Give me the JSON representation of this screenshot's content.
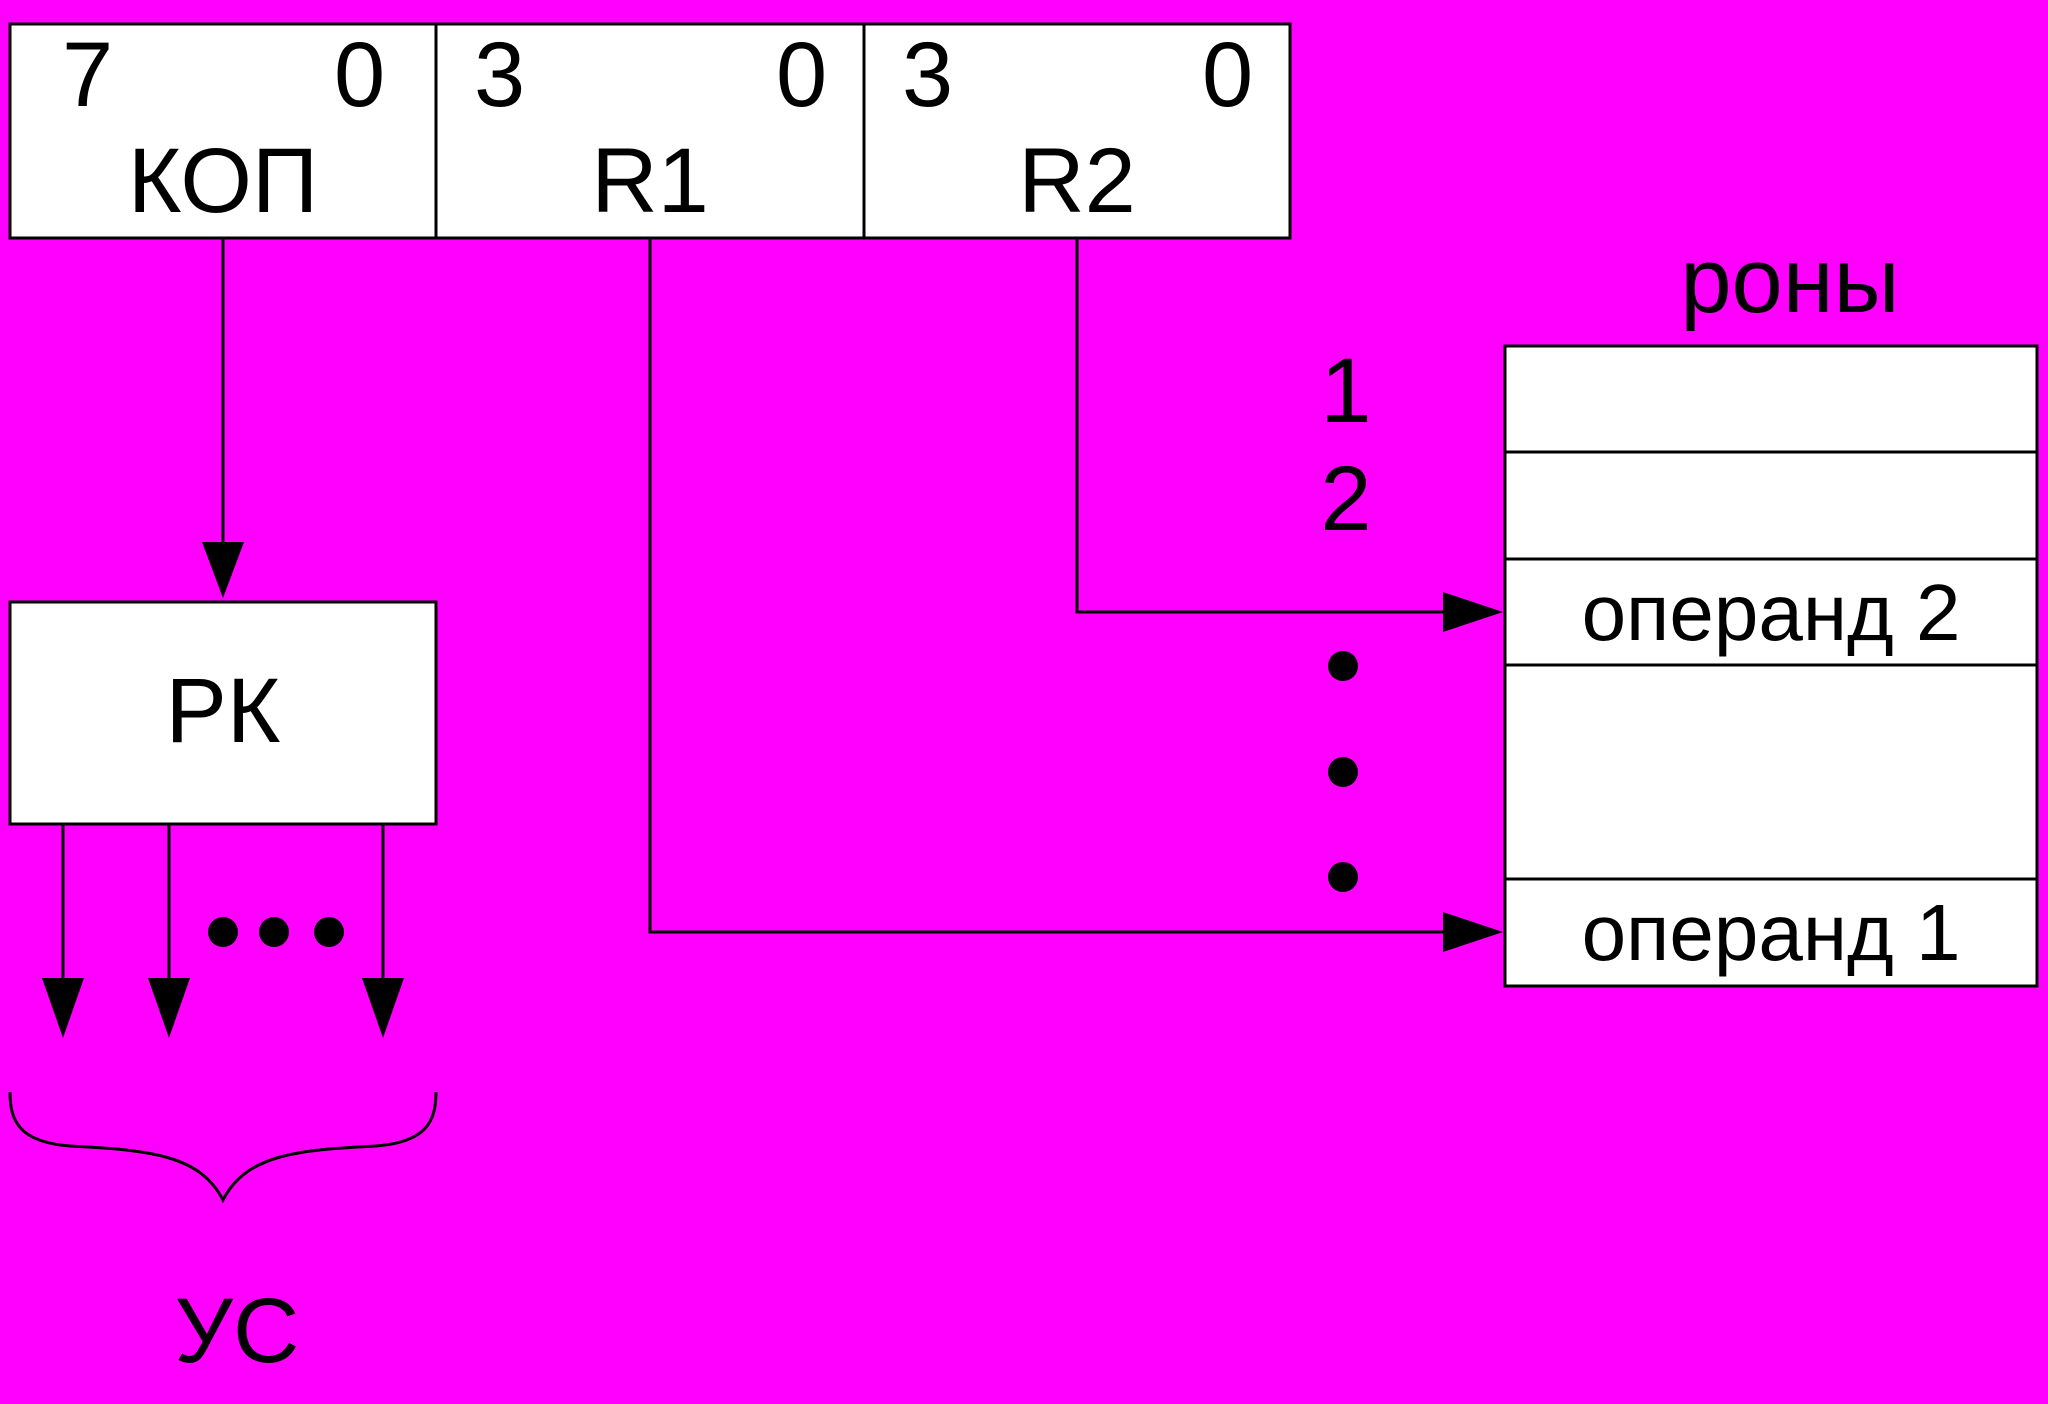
{
  "instruction_format": {
    "fields": [
      {
        "name": "КОП",
        "bit_high": "7",
        "bit_low": "0"
      },
      {
        "name": "R1",
        "bit_high": "3",
        "bit_low": "0"
      },
      {
        "name": "R2",
        "bit_high": "3",
        "bit_low": "0"
      }
    ]
  },
  "command_register": {
    "label": "РК"
  },
  "control_unit": {
    "label": "УС"
  },
  "register_file": {
    "title": "роны",
    "row_numbers": [
      "1",
      "2"
    ],
    "operand2_label": "операнд 2",
    "operand1_label": "операнд 1"
  },
  "colors": {
    "background": "#ff00ff",
    "box_fill": "#ffffff",
    "stroke": "#000000"
  }
}
